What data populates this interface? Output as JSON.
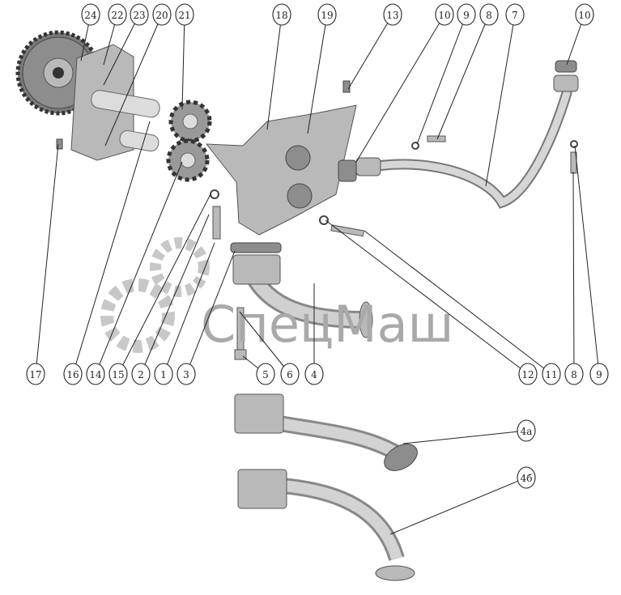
{
  "diagram": {
    "title": "Oil pump assembly exploded view",
    "watermark": "СпецМаш",
    "callouts_top": [
      "24",
      "22",
      "23",
      "20",
      "21",
      "18",
      "19",
      "13",
      "10",
      "9",
      "8",
      "7",
      "10"
    ],
    "callouts_bottom": [
      "17",
      "16",
      "14",
      "15",
      "2",
      "1",
      "3",
      "5",
      "6",
      "4",
      "12",
      "11",
      "8",
      "9"
    ],
    "callouts_variants": [
      "4а",
      "4б"
    ]
  }
}
